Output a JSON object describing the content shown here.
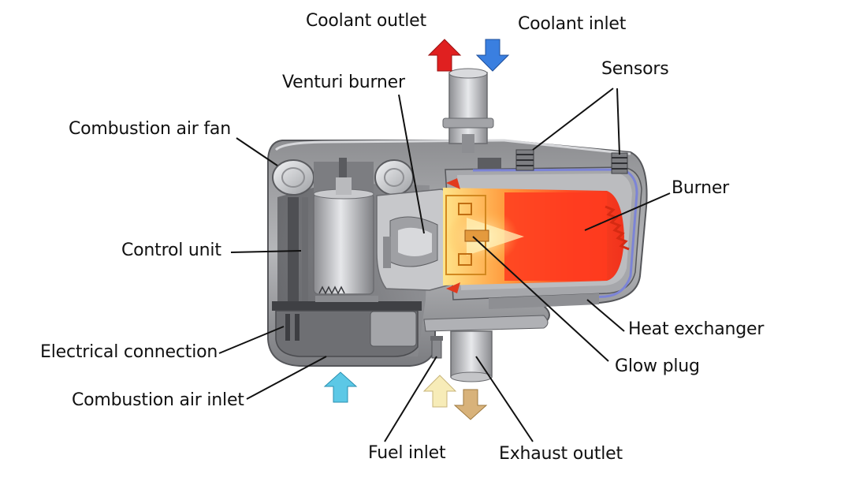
{
  "title": "",
  "labels": {
    "coolant_outlet": "Coolant outlet",
    "coolant_inlet": "Coolant inlet",
    "sensors": "Sensors",
    "venturi_burner": "Venturi burner",
    "combustion_air_fan": "Combustion air fan",
    "burner": "Burner",
    "control_unit": "Control unit",
    "heat_exchanger": "Heat exchanger",
    "electrical_connection": "Electrical connection",
    "glow_plug": "Glow plug",
    "combustion_air_inlet": "Combustion air inlet",
    "fuel_inlet": "Fuel inlet",
    "exhaust_outlet": "Exhaust outlet"
  },
  "arrows": [
    {
      "name": "coolant-outlet-arrow",
      "direction": "up",
      "color": "#e02020"
    },
    {
      "name": "coolant-inlet-arrow",
      "direction": "down",
      "color": "#3a7fe0"
    },
    {
      "name": "combustion-air-inlet-arrow",
      "direction": "up",
      "color": "#5cc8e6"
    },
    {
      "name": "fuel-inlet-arrow",
      "direction": "up",
      "color": "#f7ecb8"
    },
    {
      "name": "exhaust-outlet-arrow",
      "direction": "down",
      "color": "#d8b27a"
    }
  ],
  "colors": {
    "housing": "#9a9a9c",
    "burner_flame": "#ff3b1f",
    "burner_core": "#ffd36a",
    "leader_line": "#111111"
  }
}
